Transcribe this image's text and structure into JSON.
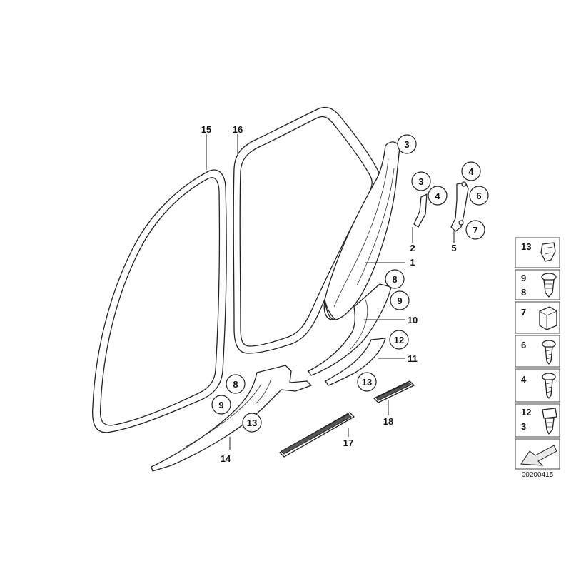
{
  "labels": {
    "p1": "1",
    "p2": "2",
    "p3a": "3",
    "p3b": "3",
    "p4a": "4",
    "p4b": "4",
    "p5": "5",
    "p6": "6",
    "p7": "7",
    "p8a": "8",
    "p8b": "8",
    "p9a": "9",
    "p9b": "9",
    "p10": "10",
    "p11": "11",
    "p12": "12",
    "p13a": "13",
    "p13b": "13",
    "p14": "14",
    "p15": "15",
    "p16": "16",
    "p17": "17",
    "p18": "18"
  },
  "legend": {
    "r1": "13",
    "r2a": "9",
    "r2b": "8",
    "r3": "7",
    "r4": "6",
    "r5": "4",
    "r6a": "12",
    "r6b": "3"
  },
  "reference": "00200415"
}
